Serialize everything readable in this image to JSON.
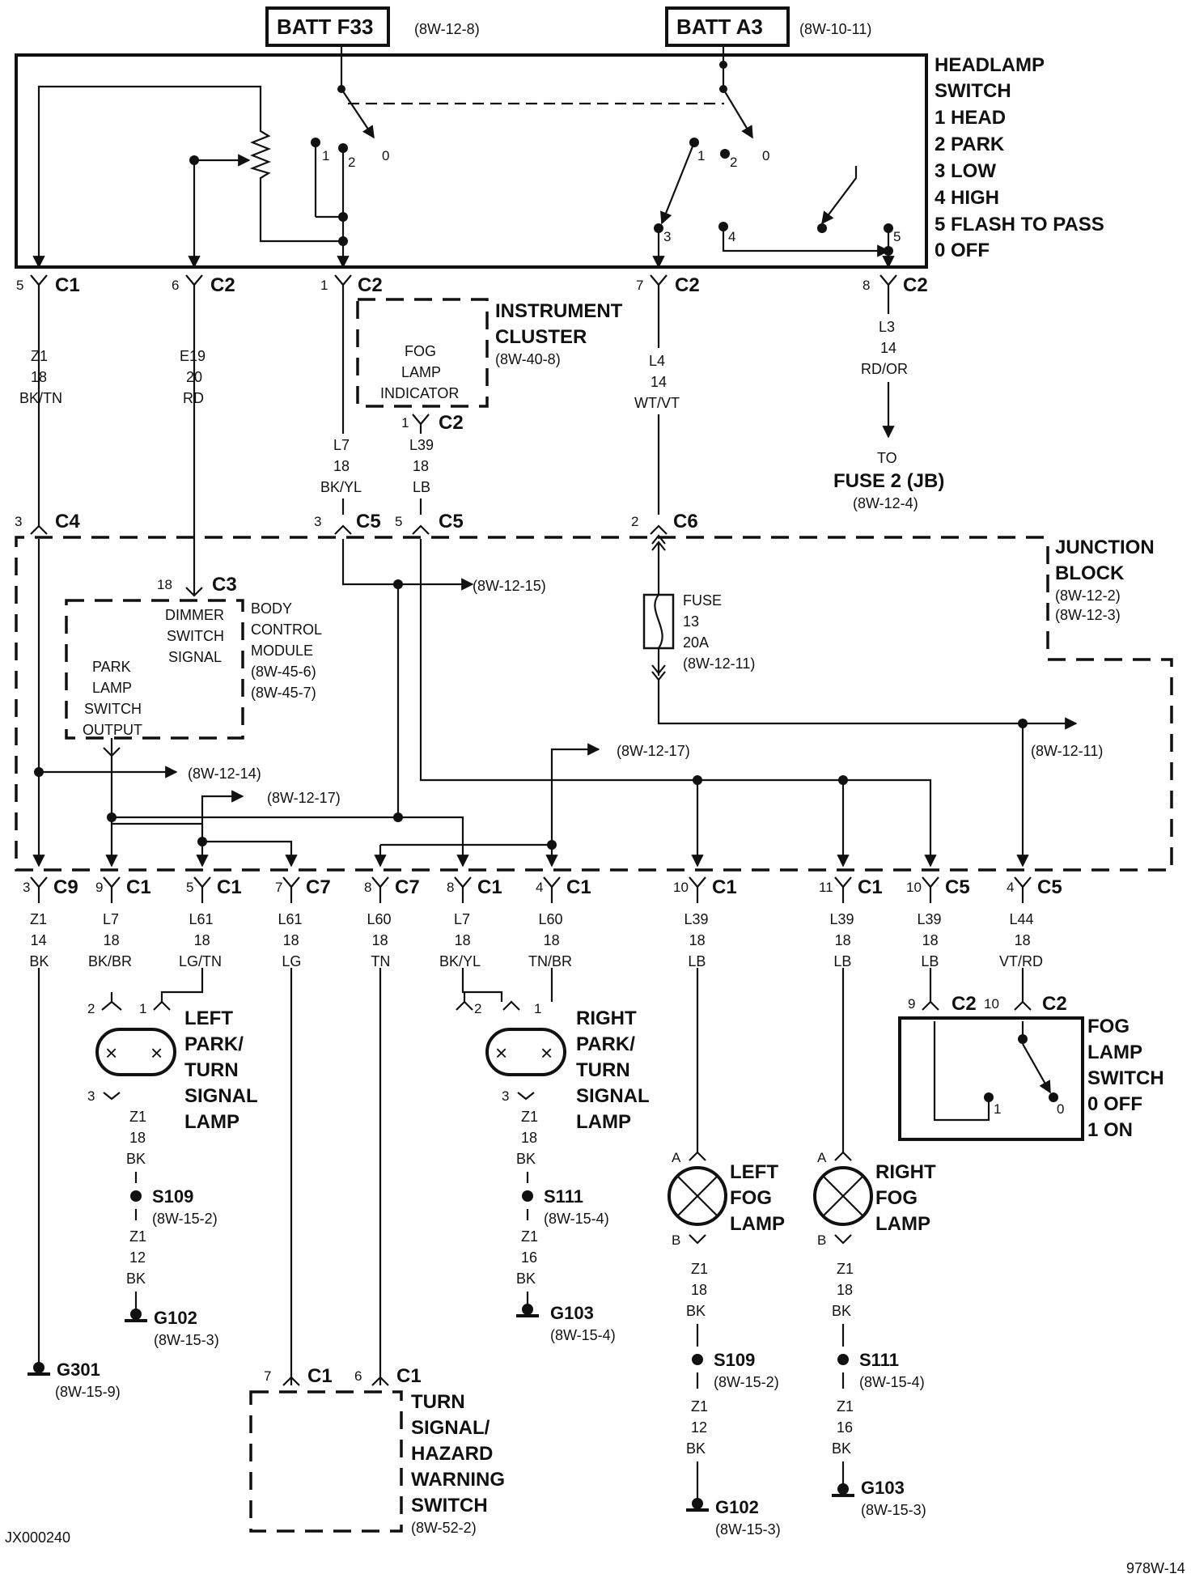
{
  "top": {
    "batt_f33": {
      "label": "BATT F33",
      "ref": "(8W-12-8)"
    },
    "batt_a3": {
      "label": "BATT A3",
      "ref": "(8W-10-11)"
    }
  },
  "headlamp_switch": {
    "title_lines": [
      "HEADLAMP",
      "SWITCH",
      "1 HEAD",
      "2 PARK",
      "3 LOW",
      "4 HIGH",
      "5 FLASH TO PASS",
      "0 OFF"
    ],
    "pos_left": [
      "1",
      "2",
      "0"
    ],
    "pos_right": [
      "1",
      "2",
      "0",
      "3",
      "4",
      "5"
    ]
  },
  "top_connectors": [
    {
      "pin": "5",
      "conn": "C1",
      "wire": [
        "Z1",
        "18",
        "BK/TN"
      ]
    },
    {
      "pin": "6",
      "conn": "C2",
      "wire": [
        "E19",
        "20",
        "RD"
      ]
    },
    {
      "pin": "1",
      "conn": "C2",
      "wire": [
        "L7",
        "18",
        "BK/YL"
      ]
    },
    {
      "pin": "7",
      "conn": "C2",
      "wire": [
        "L4",
        "14",
        "WT/VT"
      ]
    },
    {
      "pin": "8",
      "conn": "C2",
      "wire": [
        "L3",
        "14",
        "RD/OR"
      ]
    }
  ],
  "fuse2": {
    "to": "TO",
    "label": "FUSE 2 (JB)",
    "ref": "(8W-12-4)"
  },
  "instrument_cluster": {
    "title": [
      "INSTRUMENT",
      "CLUSTER"
    ],
    "ref": "(8W-40-8)",
    "inner": [
      "FOG",
      "LAMP",
      "INDICATOR"
    ],
    "pin": "1",
    "conn": "C2",
    "wire": [
      "L39",
      "18",
      "LB"
    ]
  },
  "jb_top_connectors": [
    {
      "pin": "3",
      "conn": "C4"
    },
    {
      "pin": "3",
      "conn": "C5"
    },
    {
      "pin": "5",
      "conn": "C5"
    },
    {
      "pin": "2",
      "conn": "C6"
    }
  ],
  "junction_block": {
    "title": [
      "JUNCTION",
      "BLOCK"
    ],
    "refs": [
      "(8W-12-2)",
      "(8W-12-3)"
    ]
  },
  "bcm": {
    "pin": "18",
    "conn": "C3",
    "signal": [
      "DIMMER",
      "SWITCH",
      "SIGNAL"
    ],
    "output": [
      "PARK",
      "LAMP",
      "SWITCH",
      "OUTPUT"
    ],
    "title": [
      "BODY",
      "CONTROL",
      "MODULE"
    ],
    "refs": [
      "(8W-45-6)",
      "(8W-45-7)"
    ]
  },
  "fuse13": {
    "lines": [
      "FUSE",
      "13",
      "20A",
      "(8W-12-11)"
    ]
  },
  "jb_refs": {
    "r1": "(8W-12-15)",
    "r2": "(8W-12-14)",
    "r3": "(8W-12-17)",
    "r4": "(8W-12-17)",
    "r5": "(8W-12-11)"
  },
  "bottom_connectors": [
    {
      "pin": "3",
      "conn": "C9",
      "wire": [
        "Z1",
        "14",
        "BK"
      ]
    },
    {
      "pin": "9",
      "conn": "C1",
      "wire": [
        "L7",
        "18",
        "BK/BR"
      ]
    },
    {
      "pin": "5",
      "conn": "C1",
      "wire": [
        "L61",
        "18",
        "LG/TN"
      ]
    },
    {
      "pin": "7",
      "conn": "C7",
      "wire": [
        "L61",
        "18",
        "LG"
      ]
    },
    {
      "pin": "8",
      "conn": "C7",
      "wire": [
        "L60",
        "18",
        "TN"
      ]
    },
    {
      "pin": "8",
      "conn": "C1",
      "wire": [
        "L7",
        "18",
        "BK/YL"
      ]
    },
    {
      "pin": "4",
      "conn": "C1",
      "wire": [
        "L60",
        "18",
        "TN/BR"
      ]
    },
    {
      "pin": "10",
      "conn": "C1",
      "wire": [
        "L39",
        "18",
        "LB"
      ]
    },
    {
      "pin": "11",
      "conn": "C1",
      "wire": [
        "L39",
        "18",
        "LB"
      ]
    },
    {
      "pin": "10",
      "conn": "C5",
      "wire": [
        "L39",
        "18",
        "LB"
      ]
    },
    {
      "pin": "4",
      "conn": "C5",
      "wire": [
        "L44",
        "18",
        "VT/RD"
      ]
    }
  ],
  "left_park": {
    "title": [
      "LEFT",
      "PARK/",
      "TURN",
      "SIGNAL",
      "LAMP"
    ],
    "pins": [
      "2",
      "1",
      "3"
    ],
    "wire1": [
      "Z1",
      "18",
      "BK"
    ],
    "splice": "S109",
    "splice_ref": "(8W-15-2)",
    "wire2": [
      "Z1",
      "12",
      "BK"
    ],
    "ground": "G102",
    "ground_ref": "(8W-15-3)"
  },
  "right_park": {
    "title": [
      "RIGHT",
      "PARK/",
      "TURN",
      "SIGNAL",
      "LAMP"
    ],
    "pins": [
      "2",
      "1",
      "3"
    ],
    "wire1": [
      "Z1",
      "18",
      "BK"
    ],
    "splice": "S111",
    "splice_ref": "(8W-15-4)",
    "wire2": [
      "Z1",
      "16",
      "BK"
    ],
    "ground": "G103",
    "ground_ref": "(8W-15-4)"
  },
  "g301": {
    "label": "G301",
    "ref": "(8W-15-9)"
  },
  "turn_switch": {
    "pins": [
      {
        "pin": "7",
        "conn": "C1"
      },
      {
        "pin": "6",
        "conn": "C1"
      }
    ],
    "title": [
      "TURN",
      "SIGNAL/",
      "HAZARD",
      "WARNING",
      "SWITCH"
    ],
    "ref": "(8W-52-2)"
  },
  "left_fog": {
    "title": [
      "LEFT",
      "FOG",
      "LAMP"
    ],
    "pins": [
      "A",
      "B"
    ],
    "wire1": [
      "Z1",
      "18",
      "BK"
    ],
    "splice": "S109",
    "splice_ref": "(8W-15-2)",
    "wire2": [
      "Z1",
      "12",
      "BK"
    ],
    "ground": "G102",
    "ground_ref": "(8W-15-3)"
  },
  "right_fog": {
    "title": [
      "RIGHT",
      "FOG",
      "LAMP"
    ],
    "pins": [
      "A",
      "B"
    ],
    "wire1": [
      "Z1",
      "18",
      "BK"
    ],
    "splice": "S111",
    "splice_ref": "(8W-15-4)",
    "wire2": [
      "Z1",
      "16",
      "BK"
    ],
    "ground": "G103",
    "ground_ref": "(8W-15-3)"
  },
  "fog_switch": {
    "conns": [
      {
        "pin": "9",
        "conn": "C2"
      },
      {
        "pin": "10",
        "conn": "C2"
      }
    ],
    "title": [
      "FOG",
      "LAMP",
      "SWITCH",
      "0 OFF",
      "1 ON"
    ],
    "pos": [
      "1",
      "0"
    ]
  },
  "footer": {
    "left": "JX000240",
    "right": "978W-14"
  }
}
